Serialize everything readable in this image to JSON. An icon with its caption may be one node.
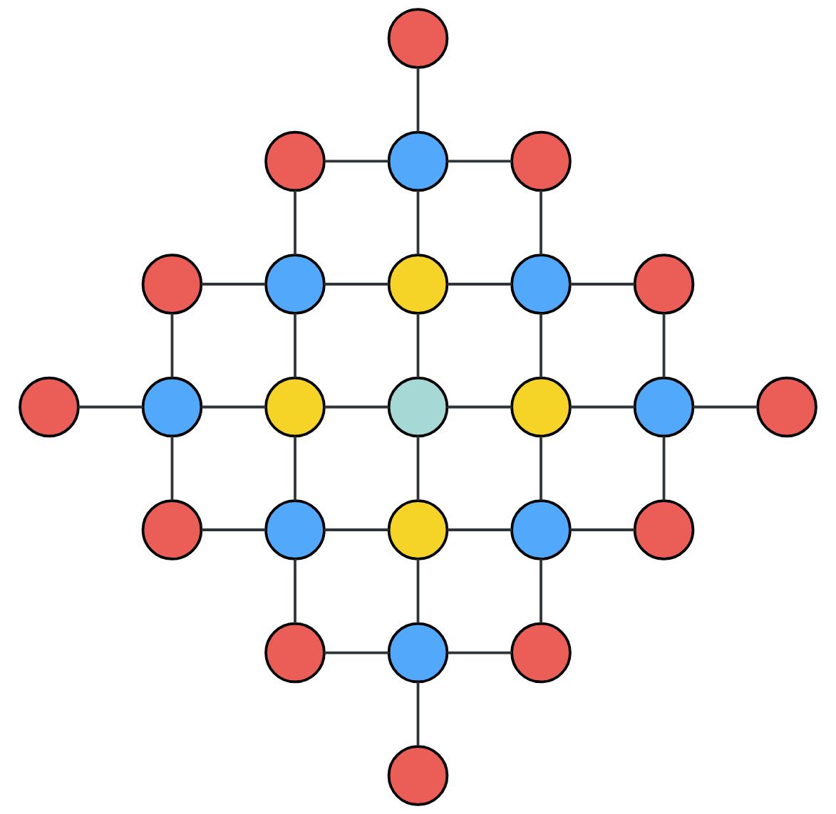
{
  "diagram": {
    "nodes": [
      {
        "text": [],
        "shape": "circle"
      },
      {
        "text": [],
        "shape": "circle"
      },
      {
        "text": [],
        "shape": "circle"
      },
      {
        "text": [],
        "shape": "circle"
      },
      {
        "text": [],
        "shape": "circle"
      },
      {
        "text": [],
        "shape": "circle"
      },
      {
        "text": [],
        "shape": "circle"
      },
      {
        "text": [],
        "shape": "circle"
      },
      {
        "text": [],
        "shape": "circle"
      },
      {
        "text": [],
        "shape": "circle"
      },
      {
        "text": [],
        "shape": "circle"
      },
      {
        "text": [],
        "shape": "circle"
      },
      {
        "text": [],
        "shape": "circle"
      },
      {
        "text": [],
        "shape": "circle"
      },
      {
        "text": [],
        "shape": "circle"
      },
      {
        "text": [],
        "shape": "circle"
      },
      {
        "text": [],
        "shape": "circle"
      },
      {
        "text": [],
        "shape": "circle"
      },
      {
        "text": [],
        "shape": "circle"
      },
      {
        "text": [],
        "shape": "circle"
      },
      {
        "text": [],
        "shape": "circle"
      },
      {
        "text": [],
        "shape": "circle"
      },
      {
        "text": [],
        "shape": "circle"
      },
      {
        "text": [],
        "shape": "circle"
      },
      {
        "text": [],
        "shape": "circle"
      }
    ],
    "edges": [
      {
        "from": 0,
        "to": 2,
        "arrow": "none"
      },
      {
        "from": 1,
        "to": 2,
        "arrow": "none"
      },
      {
        "from": 2,
        "to": 3,
        "arrow": "none"
      },
      {
        "from": 1,
        "to": 5,
        "arrow": "none"
      },
      {
        "from": 2,
        "to": 6,
        "arrow": "none"
      },
      {
        "from": 3,
        "to": 7,
        "arrow": "none"
      },
      {
        "from": 4,
        "to": 5,
        "arrow": "none"
      },
      {
        "from": 5,
        "to": 6,
        "arrow": "none"
      },
      {
        "from": 6,
        "to": 7,
        "arrow": "none"
      },
      {
        "from": 7,
        "to": 8,
        "arrow": "none"
      },
      {
        "from": 4,
        "to": 10,
        "arrow": "none"
      },
      {
        "from": 5,
        "to": 11,
        "arrow": "none"
      },
      {
        "from": 6,
        "to": 12,
        "arrow": "none"
      },
      {
        "from": 7,
        "to": 13,
        "arrow": "none"
      },
      {
        "from": 8,
        "to": 14,
        "arrow": "none"
      },
      {
        "from": 9,
        "to": 10,
        "arrow": "none"
      },
      {
        "from": 10,
        "to": 11,
        "arrow": "none"
      },
      {
        "from": 11,
        "to": 12,
        "arrow": "none"
      },
      {
        "from": 12,
        "to": 13,
        "arrow": "none"
      },
      {
        "from": 13,
        "to": 14,
        "arrow": "none"
      },
      {
        "from": 14,
        "to": 15,
        "arrow": "none"
      },
      {
        "from": 10,
        "to": 16,
        "arrow": "none"
      },
      {
        "from": 11,
        "to": 17,
        "arrow": "none"
      },
      {
        "from": 12,
        "to": 18,
        "arrow": "none"
      },
      {
        "from": 13,
        "to": 19,
        "arrow": "none"
      },
      {
        "from": 14,
        "to": 20,
        "arrow": "none"
      },
      {
        "from": 16,
        "to": 17,
        "arrow": "none"
      },
      {
        "from": 17,
        "to": 18,
        "arrow": "none"
      },
      {
        "from": 18,
        "to": 19,
        "arrow": "none"
      },
      {
        "from": 19,
        "to": 20,
        "arrow": "none"
      },
      {
        "from": 17,
        "to": 21,
        "arrow": "none"
      },
      {
        "from": 18,
        "to": 22,
        "arrow": "none"
      },
      {
        "from": 19,
        "to": 23,
        "arrow": "none"
      },
      {
        "from": 21,
        "to": 22,
        "arrow": "none"
      },
      {
        "from": 22,
        "to": 23,
        "arrow": "none"
      },
      {
        "from": 22,
        "to": 24,
        "arrow": "none"
      }
    ]
  }
}
